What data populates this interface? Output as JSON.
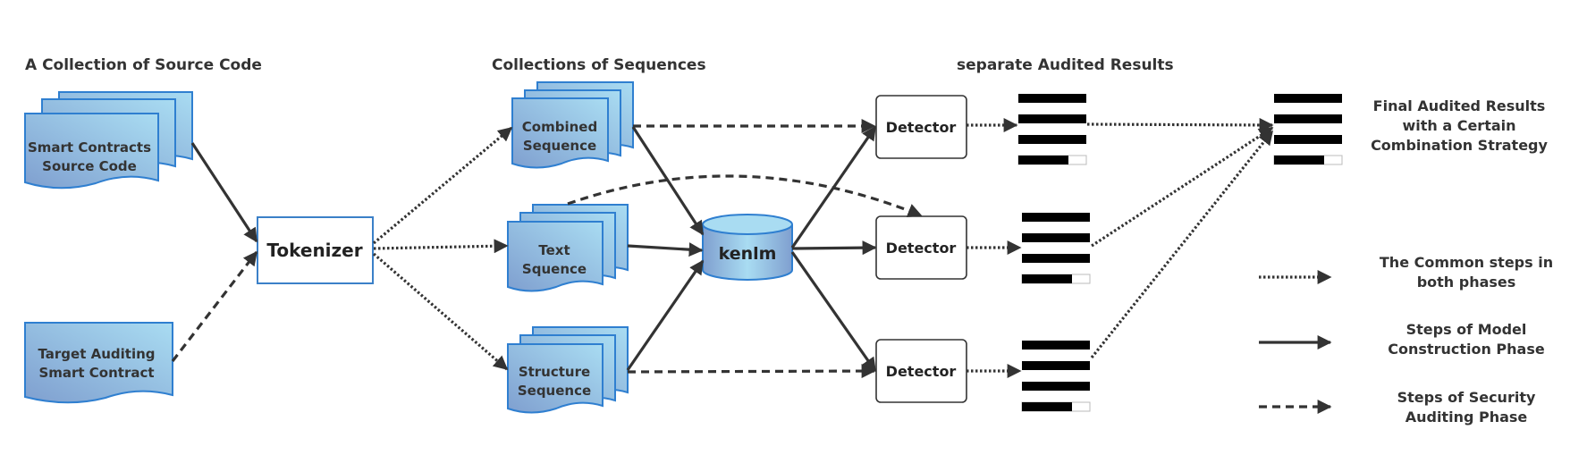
{
  "headers": {
    "source": "A Collection of Source Code",
    "sequences": "Collections of Sequences",
    "separate": "separate Audited Results"
  },
  "docs": {
    "smart_contracts": [
      "Smart Contracts",
      "Source Code"
    ],
    "target": [
      "Target Auditing",
      "Smart Contract"
    ],
    "combined": [
      "Combined",
      "Sequence"
    ],
    "text": [
      "Text",
      "Squence"
    ],
    "structure": [
      "Structure",
      "Sequence"
    ]
  },
  "tokenizer": "Tokenizer",
  "kenlm": "kenlm",
  "detectors": [
    "Detector",
    "Detector",
    "Detector"
  ],
  "final": [
    "Final Audited Results",
    "with a Certain",
    "Combination Strategy"
  ],
  "legend": {
    "common": [
      "The Common steps in",
      "both phases"
    ],
    "model": [
      "Steps of  Model",
      "Construction Phase"
    ],
    "security": [
      "Steps of Security",
      "Auditing Phase"
    ]
  },
  "colors": {
    "doc_gradient_start": "#7f9fcf",
    "doc_gradient_end": "#a9dcf2",
    "doc_border": "#2f7fd0",
    "box_border": "#3b80c8",
    "line": "#333333"
  }
}
